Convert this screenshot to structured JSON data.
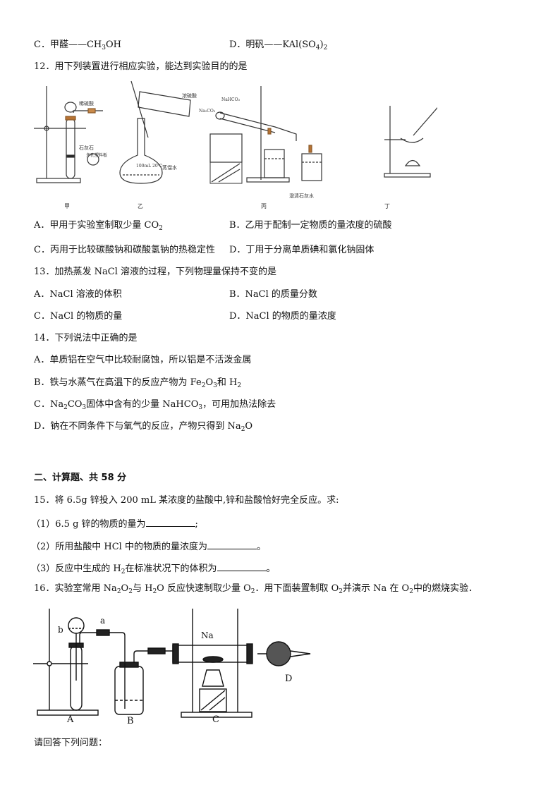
{
  "q11_tail": {
    "C": {
      "prefix": "C．甲醛——CH",
      "sub": "3",
      "suffix": "OH"
    },
    "D": {
      "prefix": "D．明矾——KAl(SO",
      "sub1": "4",
      "mid": ")",
      "sub2": "2"
    }
  },
  "q12": {
    "stem": "12．用下列装置进行相应实验，能达到实验目的的是",
    "figure": {
      "panels": [
        {
          "id": "jia",
          "caption": "甲",
          "labels": [
            "稀硫酸",
            "石灰石",
            "多孔塑料板"
          ]
        },
        {
          "id": "yi",
          "caption": "乙",
          "labels": [
            "浓硫酸",
            "100mL 20℃",
            "蒸馏水"
          ]
        },
        {
          "id": "bing",
          "caption": "丙",
          "labels": [
            "NaHCO₃",
            "Na₂CO₃",
            "澄清石灰水"
          ]
        },
        {
          "id": "ding",
          "caption": "丁",
          "labels": []
        }
      ]
    },
    "options": {
      "A": {
        "prefix": "A．甲用于实验室制取少量 CO",
        "sub": "2"
      },
      "B": "B．乙用于配制一定物质的量浓度的硫酸",
      "C": "C．丙用于比较碳酸钠和碳酸氢钠的热稳定性",
      "D": "D．丁用于分离单质碘和氯化钠固体"
    }
  },
  "q13": {
    "stem": "13．加热蒸发 NaCl 溶液的过程，下列物理量保持不变的是",
    "options": {
      "A": "A．NaCl 溶液的体积",
      "B": "B．NaCl 的质量分数",
      "C": "C．NaCl 的物质的量",
      "D": "D．NaCl 的物质的量浓度"
    }
  },
  "q14": {
    "stem": "14．下列说法中正确的是",
    "options": {
      "A": "A．单质铝在空气中比较耐腐蚀，所以铝是不活泼金属",
      "B": {
        "p1": "B．铁与水蒸气在高温下的反应产物为 Fe",
        "s1": "2",
        "p2": "O",
        "s2": "3",
        "p3": "和 H",
        "s3": "2"
      },
      "C": {
        "p1": "C．Na",
        "s1": "2",
        "p2": "CO",
        "s2": "3",
        "p3": "固体中含有的少量 NaHCO",
        "s3": "3",
        "p4": "，可用加热法除去"
      },
      "D": {
        "p1": "D．钠在不同条件下与氧气的反应，产物只得到 Na",
        "s1": "2",
        "p2": "O"
      }
    }
  },
  "section2": {
    "title": "二、计算题、共 58 分"
  },
  "q15": {
    "stem": "15．将 6.5g 锌投入 200 mL 某浓度的盐酸中,锌和盐酸恰好完全反应。求:",
    "parts": [
      {
        "prefix": "（1）6.5 g 锌的物质的量为",
        "suffix": ";"
      },
      {
        "prefix": "（2）所用盐酸中 HCl 中的物质的量浓度为",
        "suffix": "。"
      },
      {
        "prefix": "（3）反应中生成的 H",
        "sub": "2",
        "mid": "在标准状况下的体积为",
        "suffix": "。"
      }
    ]
  },
  "q16": {
    "stem": {
      "p1": "16．实验室常用 Na",
      "s1": "2",
      "p2": "O",
      "s2": "2",
      "p3": "与 H",
      "s3": "2",
      "p4": "O 反应快速制取少量 O",
      "s4": "2",
      "p5": "．用下面装置制取 O",
      "s5": "2",
      "p6": "并演示 Na 在 O",
      "s6": "2",
      "p7": "中的燃烧实验．"
    },
    "figure": {
      "labels": {
        "A": "A",
        "B": "B",
        "C": "C",
        "D": "D",
        "a": "a",
        "b": "b",
        "Na": "Na"
      }
    },
    "prompt": "请回答下列问题："
  }
}
